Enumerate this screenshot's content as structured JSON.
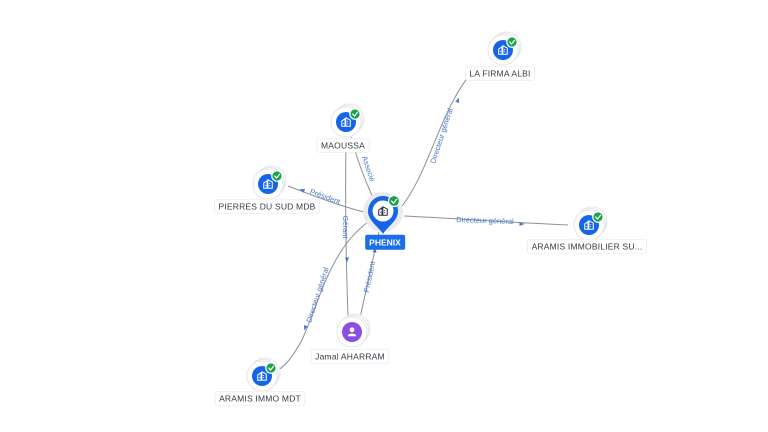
{
  "center": {
    "id": "phenix",
    "label": "PHENIX",
    "type": "company",
    "verified": true
  },
  "nodes": [
    {
      "id": "la-firma-albi",
      "label": "LA FIRMA ALBI",
      "type": "company",
      "verified": true
    },
    {
      "id": "maoussa",
      "label": "MAOUSSA",
      "type": "company",
      "verified": true
    },
    {
      "id": "pierres-du-sud-mdb",
      "label": "PIERRES DU SUD MDB",
      "type": "company",
      "verified": true
    },
    {
      "id": "aramis-immobilier",
      "label": "ARAMIS IMMOBILIER SU...",
      "type": "company",
      "verified": true
    },
    {
      "id": "jamal-aharram",
      "label": "Jamal AHARRAM",
      "type": "person",
      "verified": false
    },
    {
      "id": "aramis-immo-mdt",
      "label": "ARAMIS IMMO MDT",
      "type": "company",
      "verified": true
    }
  ],
  "edges": [
    {
      "id": "e-phenix-firma",
      "from": "phenix",
      "to": "la-firma-albi",
      "label": "Directeur général"
    },
    {
      "id": "e-phenix-maoussa",
      "from": "phenix",
      "to": "maoussa",
      "label": "Associé"
    },
    {
      "id": "e-phenix-pierres",
      "from": "phenix",
      "to": "pierres-du-sud-mdb",
      "label": "Président"
    },
    {
      "id": "e-phenix-aramis-su",
      "from": "phenix",
      "to": "aramis-immobilier",
      "label": "Directeur général"
    },
    {
      "id": "e-maoussa-jamal",
      "from": "maoussa",
      "to": "jamal-aharram",
      "label": "Gérant"
    },
    {
      "id": "e-jamal-phenix",
      "from": "jamal-aharram",
      "to": "phenix",
      "label": "Président"
    },
    {
      "id": "e-phenix-aramis-mdt",
      "from": "phenix",
      "to": "aramis-immo-mdt",
      "label": "Directeur général"
    }
  ],
  "colors": {
    "company": "#1565e8",
    "person": "#8a4fe0",
    "verified": "#1aa34a",
    "edge_label": "#4a78c8",
    "edge": "#8a9099"
  },
  "icons": {
    "company": "building-icon",
    "person": "user-icon",
    "verified": "check-badge-icon"
  }
}
